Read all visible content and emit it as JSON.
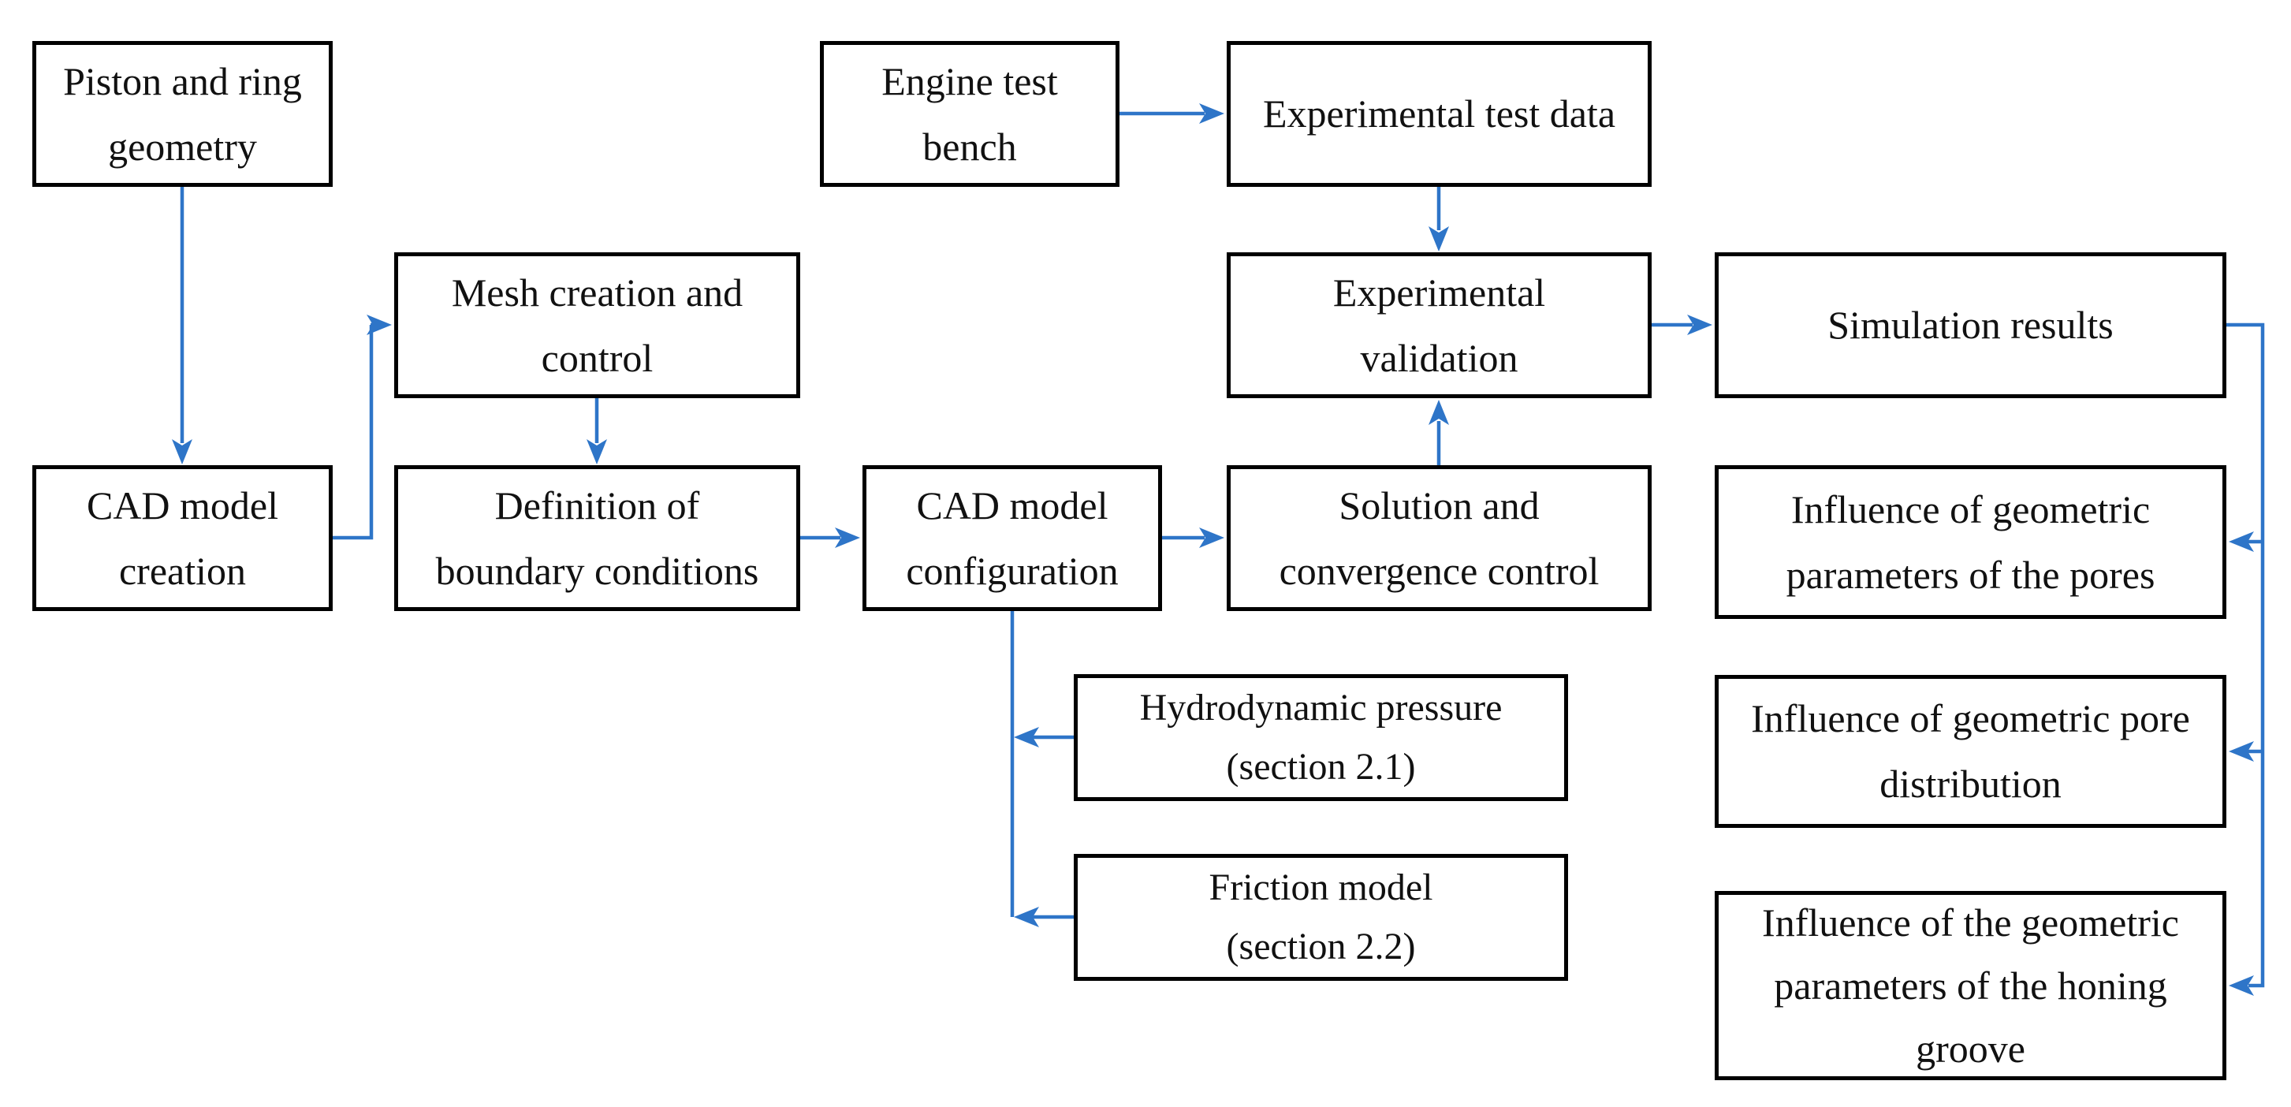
{
  "colors": {
    "arrow": "#2E75C8",
    "box_border": "#000000",
    "box_fill": "#FFFFFF",
    "background": "#FFFFFF",
    "text": "#111111"
  },
  "diagram": {
    "title": "Simulation workflow flowchart",
    "nodes": {
      "piston_geometry": {
        "label": "Piston and ring\ngeometry"
      },
      "engine_test_bench": {
        "label": "Engine test\nbench"
      },
      "experimental_test_data": {
        "label": "Experimental test data"
      },
      "mesh_creation": {
        "label": "Mesh creation and\ncontrol"
      },
      "experimental_validation": {
        "label": "Experimental\nvalidation"
      },
      "simulation_results": {
        "label": "Simulation results"
      },
      "cad_model_creation": {
        "label": "CAD model\ncreation"
      },
      "definition_boundary": {
        "label": "Definition of\nboundary conditions"
      },
      "cad_model_configuration": {
        "label": "CAD model\nconfiguration"
      },
      "solution_convergence": {
        "label": "Solution and\nconvergence control"
      },
      "influence_pores": {
        "label": "Influence of geometric\nparameters of the pores"
      },
      "hydrodynamic_pressure": {
        "label": "Hydrodynamic pressure\n(section 2.1)"
      },
      "influence_pore_distribution": {
        "label": "Influence of geometric pore\ndistribution"
      },
      "friction_model": {
        "label": "Friction model\n(section 2.2)"
      },
      "influence_honing_groove": {
        "label": "Influence of the geometric\nparameters of the honing\ngroove"
      }
    },
    "edges": [
      {
        "from": "piston_geometry",
        "to": "cad_model_creation"
      },
      {
        "from": "cad_model_creation",
        "to": "mesh_creation"
      },
      {
        "from": "mesh_creation",
        "to": "definition_boundary"
      },
      {
        "from": "definition_boundary",
        "to": "cad_model_configuration"
      },
      {
        "from": "cad_model_configuration",
        "to": "solution_convergence"
      },
      {
        "from": "solution_convergence",
        "to": "experimental_validation"
      },
      {
        "from": "engine_test_bench",
        "to": "experimental_test_data"
      },
      {
        "from": "experimental_test_data",
        "to": "experimental_validation"
      },
      {
        "from": "experimental_validation",
        "to": "simulation_results"
      },
      {
        "from": "hydrodynamic_pressure",
        "to": "cad_model_configuration"
      },
      {
        "from": "friction_model",
        "to": "cad_model_configuration"
      },
      {
        "from": "simulation_results",
        "to": "influence_pores"
      },
      {
        "from": "simulation_results",
        "to": "influence_pore_distribution"
      },
      {
        "from": "simulation_results",
        "to": "influence_honing_groove"
      }
    ]
  }
}
